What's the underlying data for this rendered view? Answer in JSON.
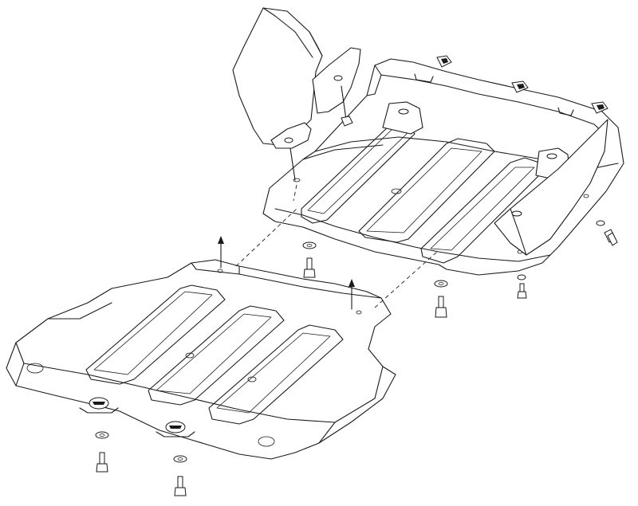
{
  "diagram": {
    "kind": "exploded-assembly",
    "components": [
      "rear-skid-plate",
      "front-skid-plate",
      "side-deflector-bracket",
      "clip-nut",
      "washer",
      "bolt",
      "direction-arrow"
    ],
    "colors": {
      "line": "#1a1a1a",
      "background": "#ffffff"
    }
  }
}
